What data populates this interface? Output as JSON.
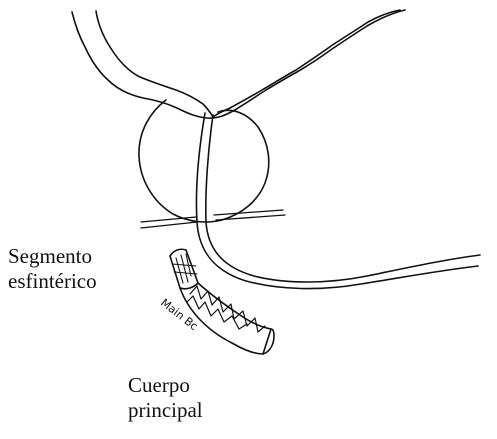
{
  "labels": {
    "segmento": [
      "Segmento",
      "esfintérico"
    ],
    "cuerpo": [
      "Cuerpo",
      "principal"
    ]
  },
  "device_marking": "Main Bc",
  "colors": {
    "ink": "#111111",
    "background": "#ffffff"
  }
}
